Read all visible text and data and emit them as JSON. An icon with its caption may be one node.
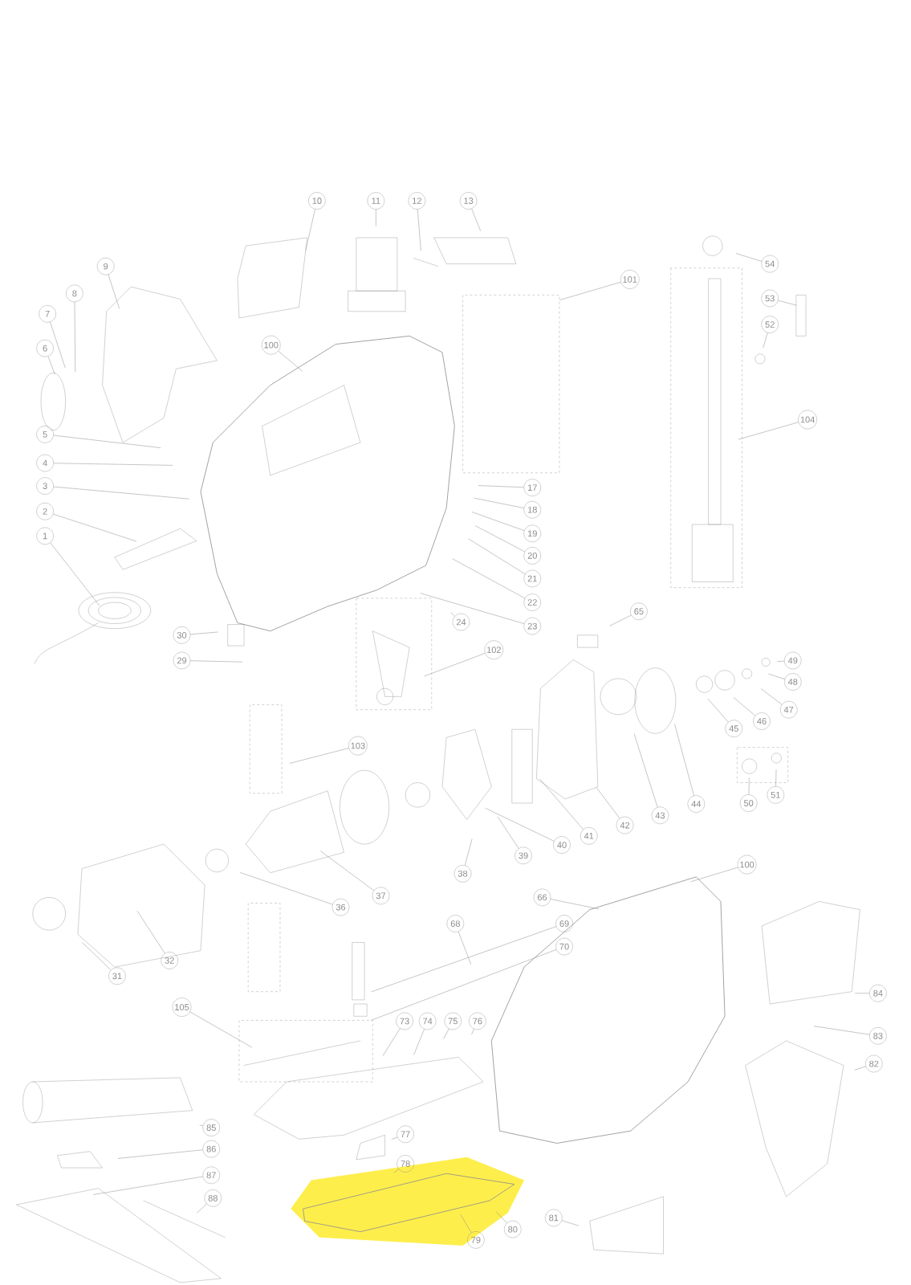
{
  "diagram": {
    "nodes": [
      {
        "text": [
          "10"
        ]
      },
      {
        "text": [
          "11"
        ]
      },
      {
        "text": [
          "12"
        ]
      },
      {
        "text": [
          "13"
        ]
      },
      {
        "text": [
          "9"
        ]
      },
      {
        "text": [
          "8"
        ]
      },
      {
        "text": [
          "7"
        ]
      },
      {
        "text": [
          "6"
        ]
      },
      {
        "text": [
          "100"
        ]
      },
      {
        "text": [
          "101"
        ]
      },
      {
        "text": [
          "54"
        ]
      },
      {
        "text": [
          "53"
        ]
      },
      {
        "text": [
          "52"
        ]
      },
      {
        "text": [
          "104"
        ]
      },
      {
        "text": [
          "5"
        ]
      },
      {
        "text": [
          "4"
        ]
      },
      {
        "text": [
          "3"
        ]
      },
      {
        "text": [
          "2"
        ]
      },
      {
        "text": [
          "1"
        ]
      },
      {
        "text": [
          "17"
        ]
      },
      {
        "text": [
          "18"
        ]
      },
      {
        "text": [
          "19"
        ]
      },
      {
        "text": [
          "20"
        ]
      },
      {
        "text": [
          "21"
        ]
      },
      {
        "text": [
          "22"
        ]
      },
      {
        "text": [
          "23"
        ]
      },
      {
        "text": [
          "24"
        ]
      },
      {
        "text": [
          "65"
        ]
      },
      {
        "text": [
          "102"
        ]
      },
      {
        "text": [
          "30"
        ]
      },
      {
        "text": [
          "29"
        ]
      },
      {
        "text": [
          "49"
        ]
      },
      {
        "text": [
          "48"
        ]
      },
      {
        "text": [
          "47"
        ]
      },
      {
        "text": [
          "46"
        ]
      },
      {
        "text": [
          "45"
        ]
      },
      {
        "text": [
          "50"
        ]
      },
      {
        "text": [
          "51"
        ]
      },
      {
        "text": [
          "103"
        ]
      },
      {
        "text": [
          "44"
        ]
      },
      {
        "text": [
          "43"
        ]
      },
      {
        "text": [
          "42"
        ]
      },
      {
        "text": [
          "41"
        ]
      },
      {
        "text": [
          "40"
        ]
      },
      {
        "text": [
          "39"
        ]
      },
      {
        "text": [
          "38"
        ]
      },
      {
        "text": [
          "37"
        ]
      },
      {
        "text": [
          "36"
        ]
      },
      {
        "text": [
          "32"
        ]
      },
      {
        "text": [
          "31"
        ]
      },
      {
        "text": [
          "100"
        ]
      },
      {
        "text": [
          "66"
        ]
      },
      {
        "text": [
          "68"
        ]
      },
      {
        "text": [
          "69"
        ]
      },
      {
        "text": [
          "70"
        ]
      },
      {
        "text": [
          "84"
        ]
      },
      {
        "text": [
          "83"
        ]
      },
      {
        "text": [
          "82"
        ]
      },
      {
        "text": [
          "105"
        ]
      },
      {
        "text": [
          "73"
        ]
      },
      {
        "text": [
          "74"
        ]
      },
      {
        "text": [
          "75"
        ]
      },
      {
        "text": [
          "76"
        ]
      },
      {
        "text": [
          "85"
        ]
      },
      {
        "text": [
          "86"
        ]
      },
      {
        "text": [
          "87"
        ]
      },
      {
        "text": [
          "88"
        ]
      },
      {
        "text": [
          "77"
        ]
      },
      {
        "text": [
          "78"
        ]
      },
      {
        "text": [
          "79"
        ]
      },
      {
        "text": [
          "80"
        ]
      },
      {
        "text": [
          "81"
        ]
      }
    ],
    "edges": [
      {
        "from": 0,
        "to": null,
        "arrow": "none"
      },
      {
        "from": 1,
        "to": null,
        "arrow": "none"
      },
      {
        "from": 2,
        "to": null,
        "arrow": "none"
      },
      {
        "from": 3,
        "to": null,
        "arrow": "none"
      },
      {
        "from": 4,
        "to": null,
        "arrow": "none"
      },
      {
        "from": 5,
        "to": null,
        "arrow": "none"
      },
      {
        "from": 6,
        "to": null,
        "arrow": "none"
      },
      {
        "from": 7,
        "to": null,
        "arrow": "none"
      },
      {
        "from": 8,
        "to": null,
        "arrow": "none"
      },
      {
        "from": 9,
        "to": null,
        "arrow": "none"
      },
      {
        "from": 10,
        "to": null,
        "arrow": "none"
      },
      {
        "from": 11,
        "to": null,
        "arrow": "none"
      },
      {
        "from": 12,
        "to": null,
        "arrow": "none"
      },
      {
        "from": 13,
        "to": null,
        "arrow": "none"
      },
      {
        "from": 14,
        "to": null,
        "arrow": "none"
      },
      {
        "from": 15,
        "to": null,
        "arrow": "none"
      },
      {
        "from": 16,
        "to": null,
        "arrow": "none"
      },
      {
        "from": 17,
        "to": null,
        "arrow": "none"
      },
      {
        "from": 18,
        "to": null,
        "arrow": "none"
      },
      {
        "from": 19,
        "to": null,
        "arrow": "none"
      },
      {
        "from": 20,
        "to": null,
        "arrow": "none"
      },
      {
        "from": 21,
        "to": null,
        "arrow": "none"
      },
      {
        "from": 22,
        "to": null,
        "arrow": "none"
      },
      {
        "from": 23,
        "to": null,
        "arrow": "none"
      },
      {
        "from": 24,
        "to": null,
        "arrow": "none"
      },
      {
        "from": 25,
        "to": null,
        "arrow": "none"
      },
      {
        "from": 26,
        "to": null,
        "arrow": "none"
      },
      {
        "from": 27,
        "to": null,
        "arrow": "none"
      },
      {
        "from": 28,
        "to": null,
        "arrow": "none"
      },
      {
        "from": 29,
        "to": null,
        "arrow": "none"
      },
      {
        "from": 30,
        "to": null,
        "arrow": "none"
      },
      {
        "from": 31,
        "to": null,
        "arrow": "none"
      },
      {
        "from": 32,
        "to": null,
        "arrow": "none"
      },
      {
        "from": 33,
        "to": null,
        "arrow": "none"
      },
      {
        "from": 34,
        "to": null,
        "arrow": "none"
      },
      {
        "from": 35,
        "to": null,
        "arrow": "none"
      },
      {
        "from": 36,
        "to": null,
        "arrow": "none"
      },
      {
        "from": 37,
        "to": null,
        "arrow": "none"
      },
      {
        "from": 38,
        "to": null,
        "arrow": "none"
      },
      {
        "from": 39,
        "to": null,
        "arrow": "none"
      },
      {
        "from": 40,
        "to": null,
        "arrow": "none"
      },
      {
        "from": 41,
        "to": null,
        "arrow": "none"
      },
      {
        "from": 42,
        "to": null,
        "arrow": "none"
      },
      {
        "from": 43,
        "to": null,
        "arrow": "none"
      },
      {
        "from": 44,
        "to": null,
        "arrow": "none"
      },
      {
        "from": 45,
        "to": null,
        "arrow": "none"
      },
      {
        "from": 46,
        "to": null,
        "arrow": "none"
      },
      {
        "from": 47,
        "to": null,
        "arrow": "none"
      },
      {
        "from": 48,
        "to": null,
        "arrow": "none"
      },
      {
        "from": 49,
        "to": null,
        "arrow": "none"
      },
      {
        "from": 50,
        "to": null,
        "arrow": "none"
      },
      {
        "from": 51,
        "to": null,
        "arrow": "none"
      },
      {
        "from": 52,
        "to": null,
        "arrow": "none"
      },
      {
        "from": 53,
        "to": null,
        "arrow": "none"
      },
      {
        "from": 54,
        "to": null,
        "arrow": "none"
      },
      {
        "from": 55,
        "to": null,
        "arrow": "none"
      },
      {
        "from": 56,
        "to": null,
        "arrow": "none"
      },
      {
        "from": 57,
        "to": null,
        "arrow": "none"
      },
      {
        "from": 58,
        "to": null,
        "arrow": "none"
      },
      {
        "from": 59,
        "to": null,
        "arrow": "none"
      },
      {
        "from": 60,
        "to": null,
        "arrow": "none"
      },
      {
        "from": 61,
        "to": null,
        "arrow": "none"
      },
      {
        "from": 62,
        "to": null,
        "arrow": "none"
      },
      {
        "from": 63,
        "to": null,
        "arrow": "none"
      },
      {
        "from": 64,
        "to": null,
        "arrow": "none"
      },
      {
        "from": 65,
        "to": null,
        "arrow": "none"
      },
      {
        "from": 66,
        "to": null,
        "arrow": "none"
      },
      {
        "from": 67,
        "to": null,
        "arrow": "none"
      },
      {
        "from": 68,
        "to": null,
        "arrow": "none"
      },
      {
        "from": 69,
        "to": null,
        "arrow": "none"
      },
      {
        "from": 70,
        "to": null,
        "arrow": "none"
      },
      {
        "from": 71,
        "to": null,
        "arrow": "none"
      }
    ]
  }
}
